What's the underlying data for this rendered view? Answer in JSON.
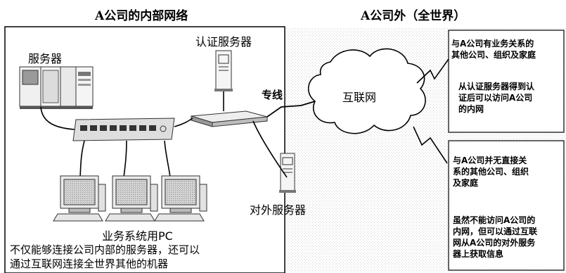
{
  "header": {
    "left_title": "A公司的内部网络",
    "right_title": "A公司外（全世界）"
  },
  "labels": {
    "auth_server": "认证服务器",
    "servers": "服务器",
    "leased_line": "专线",
    "internet": "互联网",
    "external_server": "对外服务器",
    "business_pc": "业务系统用PC"
  },
  "left_caption": {
    "line1": "不仅能够连接公司内部的服务器，还可以",
    "line2": "通过互联网连接全世界其他的机器"
  },
  "callout_top": {
    "title_line1": "与A公司有业务关系的",
    "title_line2": "其他公司、组织及家庭",
    "body_line1": "从认证服务器得到认",
    "body_line2": "证后可以访问A公司",
    "body_line3": "的内网"
  },
  "callout_bottom": {
    "title_line1": "与A公司并无直接关",
    "title_line2": "系的其他公司、组织",
    "title_line3": "及家庭",
    "body_line1": "虽然不能访问A公司的",
    "body_line2": "内网，但可以通过互联",
    "body_line3": "网从A公司的对外服务",
    "body_line4": "器上获取信息"
  },
  "icons": [
    "server-rack-icon",
    "switch-icon",
    "router-icon",
    "auth-server-icon",
    "external-server-icon",
    "pc-icon",
    "internet-cloud-icon",
    "lightning-icon"
  ]
}
